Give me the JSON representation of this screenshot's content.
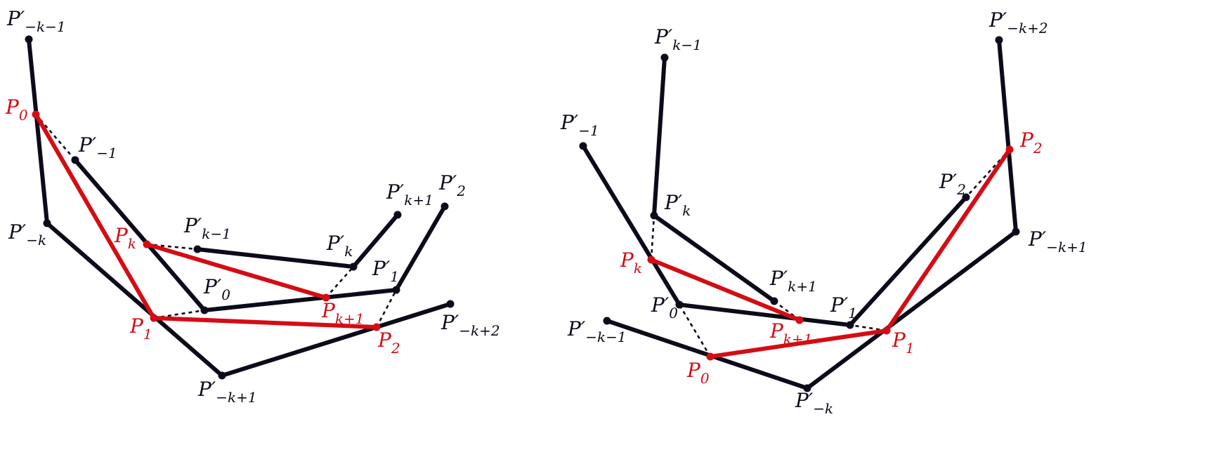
{
  "colors": {
    "black": "#0b0b1a",
    "red": "#d40c14"
  },
  "diagrams": [
    {
      "id": "left",
      "points": [
        {
          "id": "Pp_mk_m1",
          "base": "P′",
          "sub": "−k−1",
          "color": "black"
        },
        {
          "id": "P0",
          "base": "P",
          "sub": "0",
          "color": "red"
        },
        {
          "id": "Pp_m1",
          "base": "P′",
          "sub": "−1",
          "color": "black"
        },
        {
          "id": "Pp_mk",
          "base": "P′",
          "sub": "−k",
          "color": "black"
        },
        {
          "id": "Pk",
          "base": "P",
          "sub": "k",
          "color": "red"
        },
        {
          "id": "Pp_km1",
          "base": "P′",
          "sub": "k−1",
          "color": "black"
        },
        {
          "id": "Pp_k",
          "base": "P′",
          "sub": "k",
          "color": "black"
        },
        {
          "id": "Pp_kp1",
          "base": "P′",
          "sub": "k+1",
          "color": "black"
        },
        {
          "id": "Pp_2",
          "base": "P′",
          "sub": "2",
          "color": "black"
        },
        {
          "id": "Pp_1",
          "base": "P′",
          "sub": "1",
          "color": "black"
        },
        {
          "id": "Pp_0",
          "base": "P′",
          "sub": "0",
          "color": "black"
        },
        {
          "id": "Pkp1",
          "base": "P",
          "sub": "k+1",
          "color": "red"
        },
        {
          "id": "P1",
          "base": "P",
          "sub": "1",
          "color": "red"
        },
        {
          "id": "P2",
          "base": "P",
          "sub": "2",
          "color": "red"
        },
        {
          "id": "Pp_mkp2",
          "base": "P′",
          "sub": "−k+2",
          "color": "black"
        },
        {
          "id": "Pp_mkp1",
          "base": "P′",
          "sub": "−k+1",
          "color": "black"
        }
      ]
    },
    {
      "id": "right",
      "points": [
        {
          "id": "Pp_km1",
          "base": "P′",
          "sub": "k−1",
          "color": "black"
        },
        {
          "id": "Pp_mkp2",
          "base": "P′",
          "sub": "−k+2",
          "color": "black"
        },
        {
          "id": "Pp_m1",
          "base": "P′",
          "sub": "−1",
          "color": "black"
        },
        {
          "id": "P2",
          "base": "P",
          "sub": "2",
          "color": "red"
        },
        {
          "id": "Pp_2",
          "base": "P′",
          "sub": "2",
          "color": "black"
        },
        {
          "id": "Pp_k",
          "base": "P′",
          "sub": "k",
          "color": "black"
        },
        {
          "id": "Pp_mkp1",
          "base": "P′",
          "sub": "−k+1",
          "color": "black"
        },
        {
          "id": "Pk",
          "base": "P",
          "sub": "k",
          "color": "red"
        },
        {
          "id": "Pp_kp1",
          "base": "P′",
          "sub": "k+1",
          "color": "black"
        },
        {
          "id": "Pp_1",
          "base": "P′",
          "sub": "1",
          "color": "black"
        },
        {
          "id": "Pp_0",
          "base": "P′",
          "sub": "0",
          "color": "black"
        },
        {
          "id": "Pkp1",
          "base": "P",
          "sub": "k+1",
          "color": "red"
        },
        {
          "id": "P1",
          "base": "P",
          "sub": "1",
          "color": "red"
        },
        {
          "id": "Pp_mk_m1",
          "base": "P′",
          "sub": "−k−1",
          "color": "black"
        },
        {
          "id": "P0",
          "base": "P",
          "sub": "0",
          "color": "red"
        },
        {
          "id": "Pp_mk",
          "base": "P′",
          "sub": "−k",
          "color": "black"
        }
      ]
    }
  ]
}
